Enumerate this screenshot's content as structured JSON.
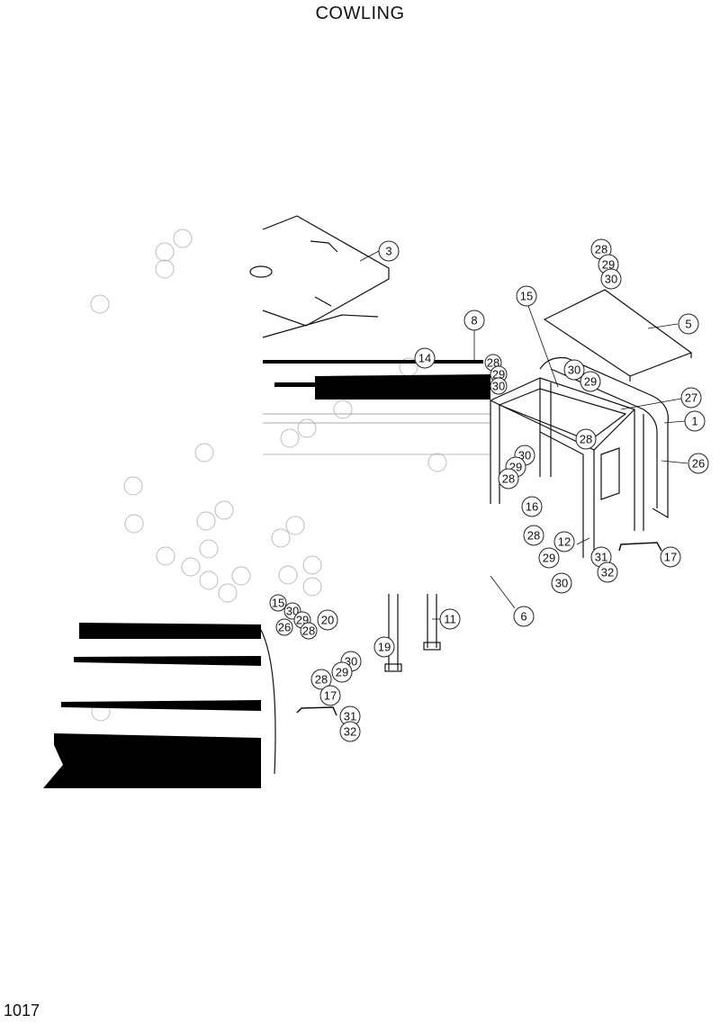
{
  "title": "COWLING",
  "page_number": "1017",
  "callouts": {
    "c3": "3",
    "c28a": "28",
    "c29a": "29",
    "c30a": "30",
    "c15a": "15",
    "c5": "5",
    "c8": "8",
    "c14": "14",
    "c28b": "28",
    "c29b": "29",
    "c30b": "30",
    "c30c": "30",
    "c29c": "29",
    "c27": "27",
    "c1": "1",
    "c28c": "28",
    "c26a": "26",
    "c30d": "30",
    "c29d": "29",
    "c28d": "28",
    "c16": "16",
    "c28e": "28",
    "c12": "12",
    "c29e": "29",
    "c31a": "31",
    "c17a": "17",
    "c32a": "32",
    "c30e": "30",
    "c6": "6",
    "c15b": "15",
    "c30f": "30",
    "c26b": "26",
    "c29f": "29",
    "c20": "20",
    "c28f": "28",
    "c11": "11",
    "c19": "19",
    "c30g": "30",
    "c29g": "29",
    "c28g": "28",
    "c17b": "17",
    "c31b": "31",
    "c32b": "32"
  }
}
